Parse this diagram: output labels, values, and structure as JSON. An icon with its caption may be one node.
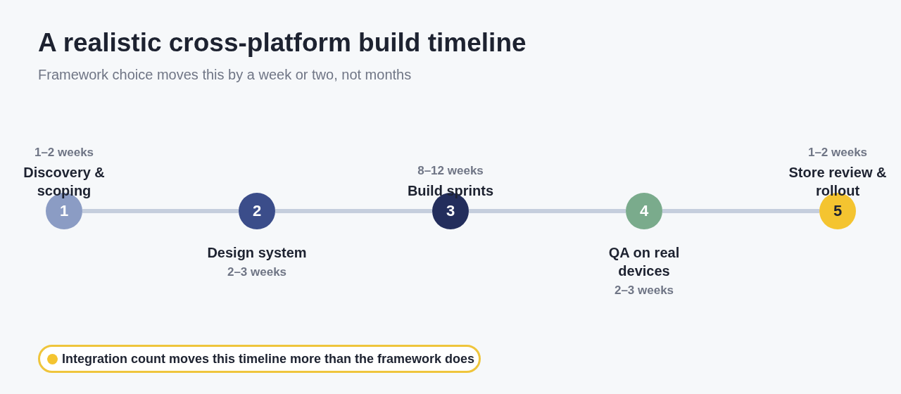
{
  "diagram": {
    "title": "A realistic cross-platform build timeline",
    "caption": "Framework choice moves this by a week or two, not months",
    "nodes": [
      {
        "text": [
          "1"
        ],
        "beside": [
          "1–2 weeks",
          "Discovery & scoping"
        ]
      },
      {
        "text": [
          "2"
        ],
        "beside": [
          "Design system",
          "2–3 weeks"
        ]
      },
      {
        "text": [
          "3"
        ],
        "beside": [
          "8–12 weeks",
          "Build sprints"
        ]
      },
      {
        "text": [
          "4"
        ],
        "beside": [
          "QA on real devices",
          "2–3 weeks"
        ]
      },
      {
        "text": [
          "5"
        ],
        "beside": [
          "1–2 weeks",
          "Store review & rollout"
        ]
      },
      {
        "text": [
          "Integration count moves this timeline more than the framework does"
        ]
      }
    ],
    "edges": [
      {
        "from": 0,
        "to": 1,
        "arrow": "none"
      },
      {
        "from": 1,
        "to": 2,
        "arrow": "none"
      },
      {
        "from": 2,
        "to": 3,
        "arrow": "none"
      },
      {
        "from": 3,
        "to": 4,
        "arrow": "none"
      }
    ]
  }
}
